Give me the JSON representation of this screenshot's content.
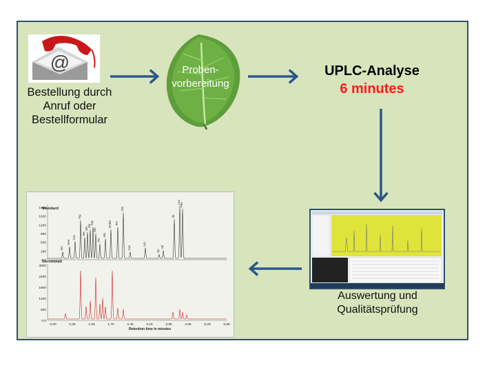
{
  "steps": {
    "order": {
      "label_line1": "Bestellung durch",
      "label_line2": "Anruf oder",
      "label_line3": "Bestellformular"
    },
    "prep": {
      "label_line1": "Proben-",
      "label_line2": "vorbereitung"
    },
    "uplc": {
      "title": "UPLC-Analyse",
      "time": "6 minutes"
    },
    "evaluation": {
      "label_line1": "Auswertung und",
      "label_line2": "Qualitätsprüfung"
    }
  },
  "chromatogram": {
    "standard_label": "Standard",
    "sample_label": "Gersteblatt",
    "standard_yticks": [
      "1980",
      "1620",
      "1260",
      "900",
      "540",
      "180",
      "0,0"
    ],
    "sample_yticks": [
      "3000",
      "2400",
      "1800",
      "1200",
      "600",
      "0,0"
    ],
    "xticks": [
      "0,00",
      "0,35",
      "1,05",
      "1,75",
      "2,45",
      "3,15",
      "3,85",
      "4,55",
      "5,25",
      "5,95"
    ],
    "xlabel": "Retention time in minutes",
    "peak_labels": [
      "His",
      "NH4",
      "Asn",
      "Arg",
      "Ser",
      "Gln",
      "Gly",
      "Asp",
      "Glu",
      "Thr",
      "Ala",
      "GABA",
      "Pro",
      "Orn",
      "Cys",
      "Lys",
      "Tyr",
      "Val",
      "Ile",
      "Leu",
      "Phe"
    ]
  },
  "colors": {
    "arrow": "#2a5689",
    "accent_red": "#ff1a1a",
    "panel_bg": "#d8e4bc",
    "standard_trace": "#333333",
    "sample_trace": "#cc2222"
  }
}
